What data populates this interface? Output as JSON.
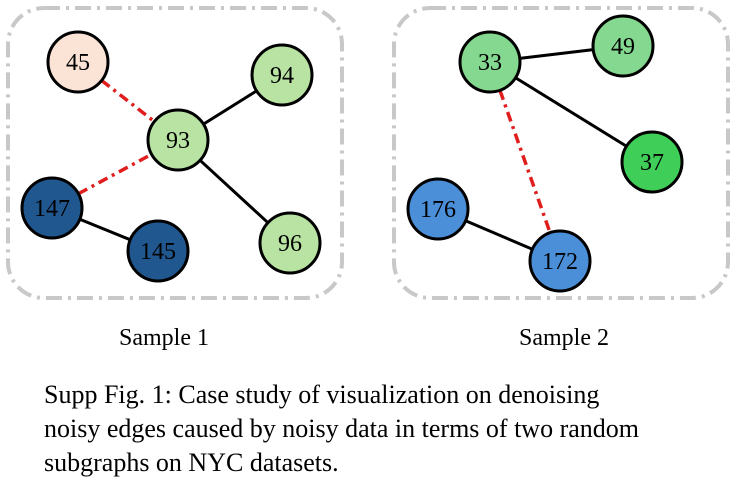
{
  "samples": [
    {
      "label": "Sample 1",
      "nodes": [
        {
          "id": "45",
          "label": "45",
          "color": "#fbe3d6",
          "text": "#000000"
        },
        {
          "id": "94",
          "label": "94",
          "color": "#b8e3a2",
          "text": "#000000"
        },
        {
          "id": "93",
          "label": "93",
          "color": "#b8e3a2",
          "text": "#000000"
        },
        {
          "id": "147",
          "label": "147",
          "color": "#21578f",
          "text": "#000000"
        },
        {
          "id": "145",
          "label": "145",
          "color": "#21578f",
          "text": "#000000"
        },
        {
          "id": "96",
          "label": "96",
          "color": "#b8e3a2",
          "text": "#000000"
        }
      ],
      "edges": [
        {
          "from": "93",
          "to": "94",
          "style": "solid"
        },
        {
          "from": "93",
          "to": "96",
          "style": "solid"
        },
        {
          "from": "147",
          "to": "145",
          "style": "solid"
        },
        {
          "from": "45",
          "to": "93",
          "style": "dashdot-red"
        },
        {
          "from": "147",
          "to": "93",
          "style": "dashdot-red"
        }
      ]
    },
    {
      "label": "Sample 2",
      "nodes": [
        {
          "id": "33",
          "label": "33",
          "color": "#84d88f",
          "text": "#000000"
        },
        {
          "id": "49",
          "label": "49",
          "color": "#84d88f",
          "text": "#000000"
        },
        {
          "id": "37",
          "label": "37",
          "color": "#3fcf58",
          "text": "#000000"
        },
        {
          "id": "176",
          "label": "176",
          "color": "#4a8fd8",
          "text": "#000000"
        },
        {
          "id": "172",
          "label": "172",
          "color": "#4a8fd8",
          "text": "#000000"
        }
      ],
      "edges": [
        {
          "from": "33",
          "to": "49",
          "style": "solid"
        },
        {
          "from": "33",
          "to": "37",
          "style": "solid"
        },
        {
          "from": "176",
          "to": "172",
          "style": "solid"
        },
        {
          "from": "33",
          "to": "172",
          "style": "dashdot-red"
        }
      ]
    }
  ],
  "caption": {
    "lines": [
      "Supp Fig. 1: Case study of visualization on denoising",
      "noisy edges caused by noisy data in terms of two random",
      "subgraphs on NYC datasets."
    ]
  },
  "colors": {
    "panel_border": "#c8c8c8",
    "edge_solid": "#000000",
    "edge_noisy": "#e01e1e",
    "node_stroke": "#000000"
  }
}
